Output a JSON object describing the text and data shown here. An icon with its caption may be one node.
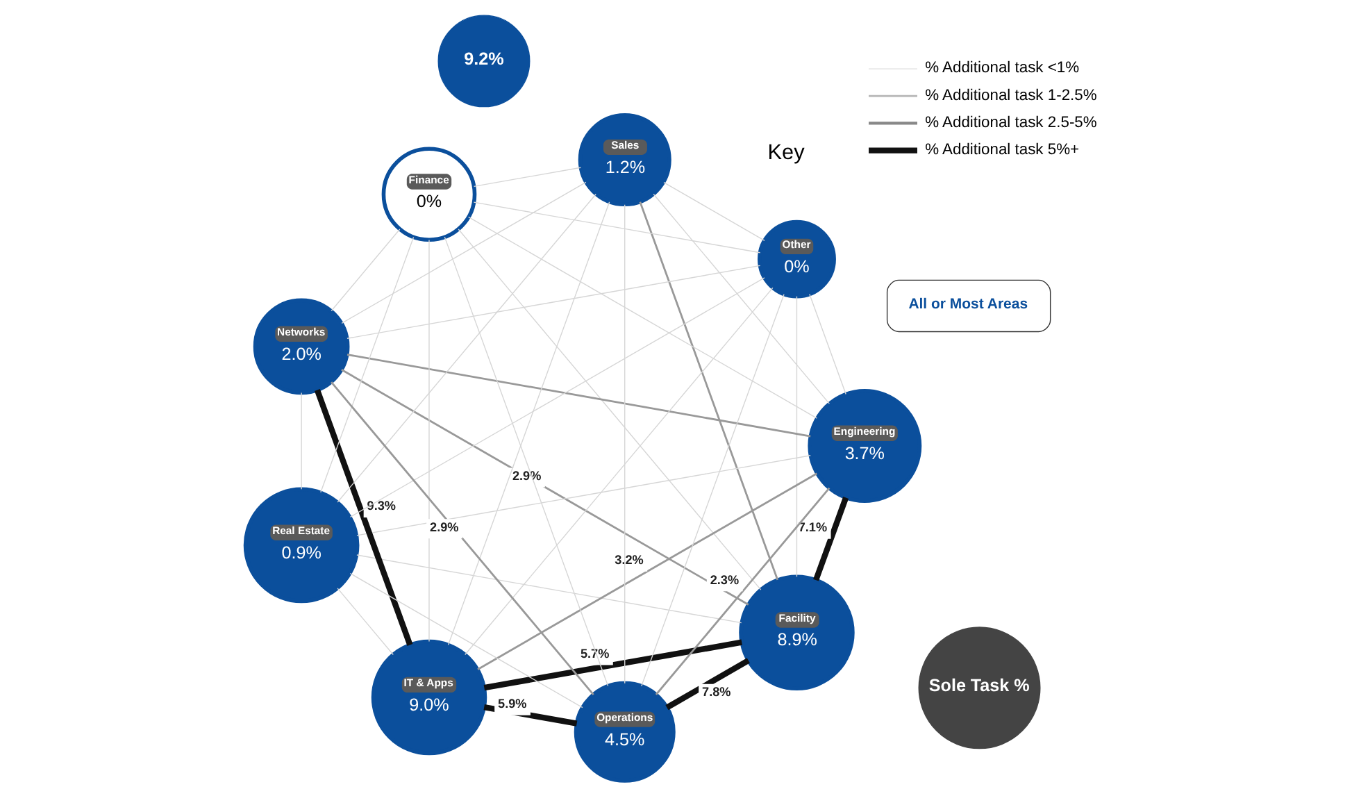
{
  "diagram": {
    "nodes": [
      {
        "text": [
          "Facility",
          "8.9%"
        ]
      },
      {
        "text": [
          "Engineering",
          "3.7%"
        ]
      },
      {
        "text": [
          "IT & Apps",
          "9.0%"
        ]
      },
      {
        "text": [
          "Real Estate",
          "0.9%"
        ]
      },
      {
        "text": [
          "Networks",
          "2.0%"
        ]
      },
      {
        "text": [
          "Finance",
          "0%"
        ]
      },
      {
        "text": [
          "Sales",
          "1.2%"
        ]
      },
      {
        "text": [
          "Other",
          "0%"
        ]
      },
      {
        "text": [
          "Operations",
          "4.5%"
        ]
      },
      {
        "text": [
          "Sole Task %"
        ]
      },
      {
        "text": [
          "All or Most Areas"
        ]
      },
      {
        "text": [
          "9.2%"
        ]
      }
    ],
    "edges": [
      {
        "from": 0,
        "to": 1,
        "arrow": "none",
        "label": "7.1%",
        "style": "thick",
        "color": "#111111"
      },
      {
        "from": 1,
        "to": 2,
        "arrow": "none",
        "label": "3.2%",
        "color": "#999999"
      },
      {
        "from": 0,
        "to": 2,
        "arrow": "none",
        "label": "5.7%",
        "style": "thick",
        "color": "#111111"
      },
      {
        "from": 1,
        "to": 8,
        "arrow": "none",
        "label": "2.3%",
        "color": "#999999"
      },
      {
        "from": 0,
        "to": 4,
        "arrow": "none",
        "label": "2.9%",
        "color": "#999999"
      },
      {
        "from": 0,
        "to": 8,
        "arrow": "none",
        "label": "7.8%",
        "style": "thick",
        "color": "#111111"
      },
      {
        "from": 2,
        "to": 4,
        "arrow": "none",
        "label": "9.3%",
        "style": "thick",
        "color": "#111111"
      },
      {
        "from": 2,
        "to": 8,
        "arrow": "none",
        "label": "5.9%",
        "style": "thick",
        "color": "#111111"
      },
      {
        "from": 8,
        "to": 4,
        "arrow": "none",
        "label": "2.9%",
        "color": "#999999"
      },
      {
        "from": 1,
        "to": 4,
        "arrow": "none",
        "color": "#999999"
      },
      {
        "from": 0,
        "to": 6,
        "arrow": "none",
        "color": "#999999"
      },
      {
        "from": 0,
        "to": 3,
        "arrow": "none"
      },
      {
        "from": 0,
        "to": 5,
        "arrow": "none"
      },
      {
        "from": 0,
        "to": 7,
        "arrow": "none"
      },
      {
        "from": 1,
        "to": 3,
        "arrow": "none"
      },
      {
        "from": 1,
        "to": 5,
        "arrow": "none"
      },
      {
        "from": 1,
        "to": 6,
        "arrow": "none"
      },
      {
        "from": 1,
        "to": 7,
        "arrow": "none"
      },
      {
        "from": 2,
        "to": 3,
        "arrow": "none"
      },
      {
        "from": 2,
        "to": 5,
        "arrow": "none"
      },
      {
        "from": 2,
        "to": 6,
        "arrow": "none"
      },
      {
        "from": 2,
        "to": 7,
        "arrow": "none"
      },
      {
        "from": 3,
        "to": 4,
        "arrow": "none"
      },
      {
        "from": 3,
        "to": 5,
        "arrow": "none"
      },
      {
        "from": 3,
        "to": 6,
        "arrow": "none"
      },
      {
        "from": 3,
        "to": 7,
        "arrow": "none"
      },
      {
        "from": 3,
        "to": 8,
        "arrow": "none"
      },
      {
        "from": 4,
        "to": 5,
        "arrow": "none"
      },
      {
        "from": 4,
        "to": 6,
        "arrow": "none"
      },
      {
        "from": 4,
        "to": 7,
        "arrow": "none"
      },
      {
        "from": 5,
        "to": 6,
        "arrow": "none"
      },
      {
        "from": 5,
        "to": 7,
        "arrow": "none"
      },
      {
        "from": 5,
        "to": 8,
        "arrow": "none"
      },
      {
        "from": 6,
        "to": 7,
        "arrow": "none"
      },
      {
        "from": 6,
        "to": 8,
        "arrow": "none"
      },
      {
        "from": 7,
        "to": 8,
        "arrow": "none"
      }
    ],
    "labels": [
      "Key"
    ],
    "legend": [
      {
        "text": "% Additional task <1%"
      },
      {
        "text": "% Additional task 1-2.5%"
      },
      {
        "text": "% Additional task 2.5-5%"
      },
      {
        "text": "% Additional task 5%+"
      }
    ]
  }
}
